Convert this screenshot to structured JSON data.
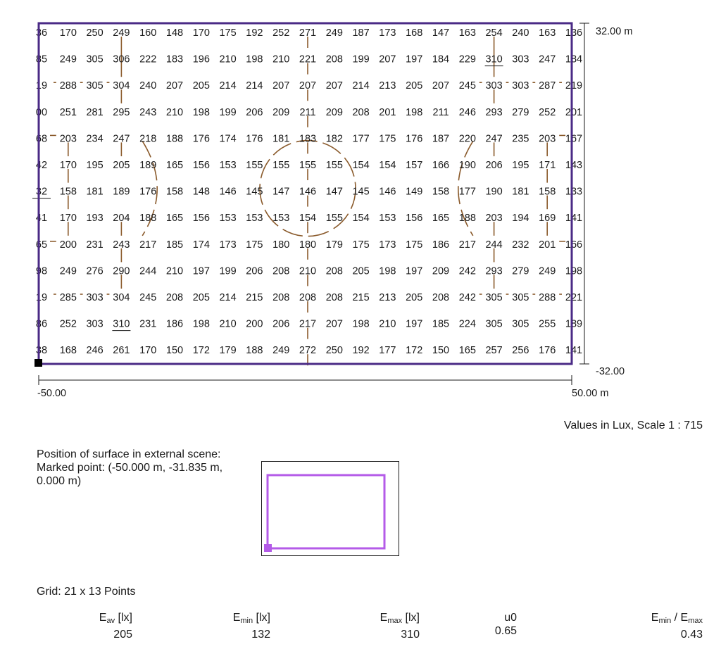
{
  "plot": {
    "x_min_label": "-50.00",
    "x_max_label": "50.00 m",
    "y_max_label": "32.00 m",
    "y_min_label": "-32.00",
    "border_color": "#4a2a86",
    "isoline_color": "#8a5a2b",
    "rows": [
      [
        "36",
        "170",
        "250",
        "249",
        "160",
        "148",
        "170",
        "175",
        "192",
        "252",
        "271",
        "249",
        "187",
        "173",
        "168",
        "147",
        "163",
        "254",
        "240",
        "163",
        "136"
      ],
      [
        "85",
        "249",
        "305",
        "306",
        "222",
        "183",
        "196",
        "210",
        "198",
        "210",
        "221",
        "208",
        "199",
        "207",
        "197",
        "184",
        "229",
        "310",
        "303",
        "247",
        "184"
      ],
      [
        "19",
        "288",
        "305",
        "304",
        "240",
        "207",
        "205",
        "214",
        "214",
        "207",
        "207",
        "207",
        "214",
        "213",
        "205",
        "207",
        "245",
        "303",
        "303",
        "287",
        "219"
      ],
      [
        "00",
        "251",
        "281",
        "295",
        "243",
        "210",
        "198",
        "199",
        "206",
        "209",
        "211",
        "209",
        "208",
        "201",
        "198",
        "211",
        "246",
        "293",
        "279",
        "252",
        "201"
      ],
      [
        "68",
        "203",
        "234",
        "247",
        "218",
        "188",
        "176",
        "174",
        "176",
        "181",
        "183",
        "182",
        "177",
        "175",
        "176",
        "187",
        "220",
        "247",
        "235",
        "203",
        "167"
      ],
      [
        "42",
        "170",
        "195",
        "205",
        "189",
        "165",
        "156",
        "153",
        "155",
        "155",
        "155",
        "155",
        "154",
        "154",
        "157",
        "166",
        "190",
        "206",
        "195",
        "171",
        "143"
      ],
      [
        "32",
        "158",
        "181",
        "189",
        "176",
        "158",
        "148",
        "146",
        "145",
        "147",
        "146",
        "147",
        "145",
        "146",
        "149",
        "158",
        "177",
        "190",
        "181",
        "158",
        "133"
      ],
      [
        "41",
        "170",
        "193",
        "204",
        "188",
        "165",
        "156",
        "153",
        "153",
        "153",
        "154",
        "155",
        "154",
        "153",
        "156",
        "165",
        "188",
        "203",
        "194",
        "169",
        "141"
      ],
      [
        "65",
        "200",
        "231",
        "243",
        "217",
        "185",
        "174",
        "173",
        "175",
        "180",
        "180",
        "179",
        "175",
        "173",
        "175",
        "186",
        "217",
        "244",
        "232",
        "201",
        "166"
      ],
      [
        "98",
        "249",
        "276",
        "290",
        "244",
        "210",
        "197",
        "199",
        "206",
        "208",
        "210",
        "208",
        "205",
        "198",
        "197",
        "209",
        "242",
        "293",
        "279",
        "249",
        "198"
      ],
      [
        "19",
        "285",
        "303",
        "304",
        "245",
        "208",
        "205",
        "214",
        "215",
        "208",
        "208",
        "208",
        "215",
        "213",
        "205",
        "208",
        "242",
        "305",
        "305",
        "288",
        "221"
      ],
      [
        "86",
        "252",
        "303",
        "310",
        "231",
        "186",
        "198",
        "210",
        "200",
        "206",
        "217",
        "207",
        "198",
        "210",
        "197",
        "185",
        "224",
        "305",
        "305",
        "255",
        "189"
      ],
      [
        "38",
        "168",
        "246",
        "261",
        "170",
        "150",
        "172",
        "179",
        "188",
        "249",
        "272",
        "250",
        "192",
        "177",
        "172",
        "150",
        "165",
        "257",
        "256",
        "176",
        "141"
      ]
    ],
    "underlined": [
      [
        1,
        17
      ],
      [
        6,
        0
      ],
      [
        11,
        3
      ]
    ]
  },
  "scale_note": "Values in Lux, Scale 1 : 715",
  "position": {
    "line1": "Position of surface in external scene:",
    "line2": "Marked point: (-50.000 m, -31.835 m,",
    "line3": "0.000 m)",
    "mini_color": "#b45be8"
  },
  "grid_info": "Grid: 21 x 13 Points",
  "stats": {
    "eav": {
      "symbol": "E",
      "sub": "av",
      "unit": "[lx]",
      "value": "205"
    },
    "emin": {
      "symbol": "E",
      "sub": "min",
      "unit": "[lx]",
      "value": "132"
    },
    "emax": {
      "symbol": "E",
      "sub": "max",
      "unit": "[lx]",
      "value": "310"
    },
    "u0": {
      "label": "u0",
      "value": "0.65"
    },
    "ratio": {
      "symbol1": "E",
      "sub1": "min",
      "slash": " / ",
      "symbol2": "E",
      "sub2": "max",
      "value": "0.43"
    }
  }
}
